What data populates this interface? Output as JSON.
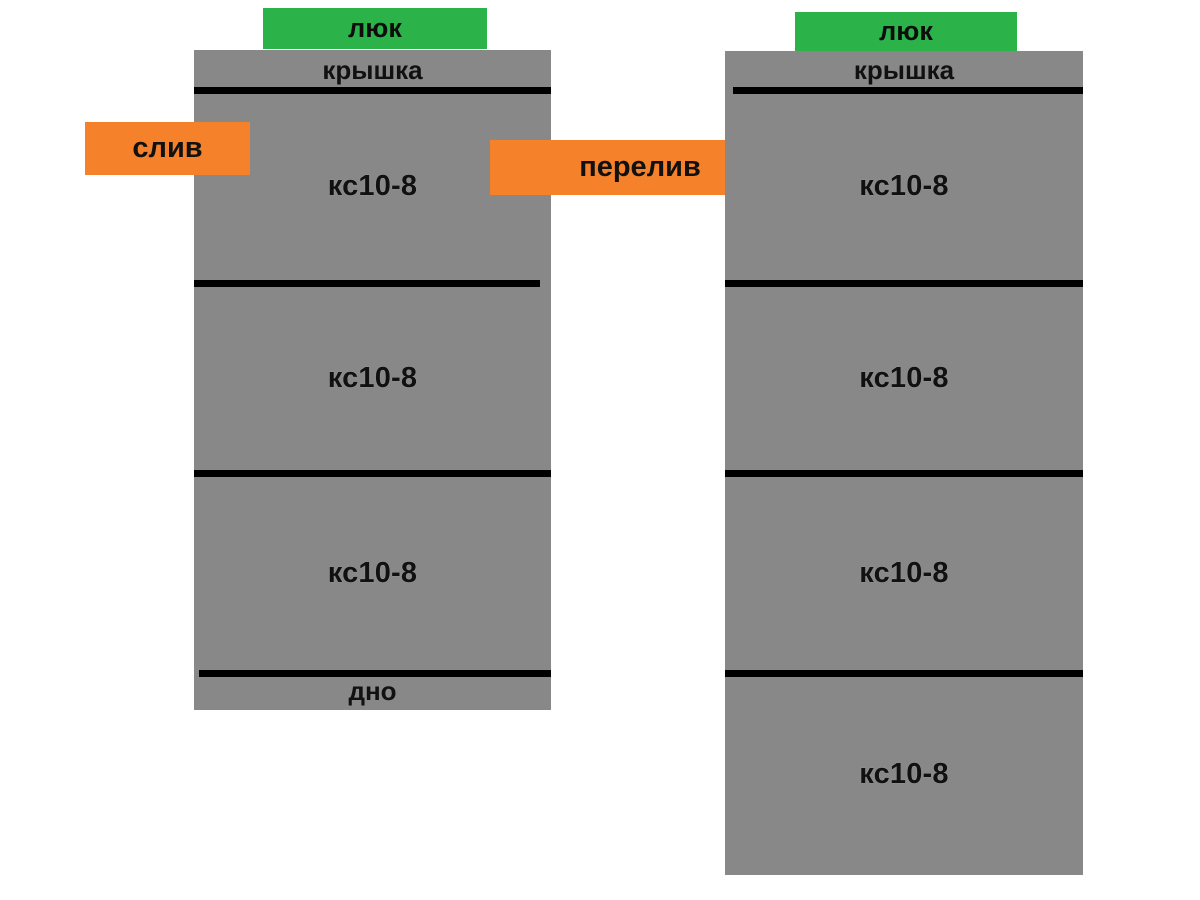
{
  "diagram": {
    "background_color": "#ffffff",
    "tank_color": "#888888",
    "divider_color": "#000000",
    "hatch_color": "#2bb34a",
    "pipe_color": "#f5822a"
  },
  "left_tank": {
    "name": "left-septic-tank",
    "hatch": {
      "label": "люк"
    },
    "lid": {
      "label": "крышка"
    },
    "rings": [
      {
        "label": "кс10-8"
      },
      {
        "label": "кс10-8"
      },
      {
        "label": "кс10-8"
      }
    ],
    "bottom": {
      "label": "дно"
    }
  },
  "right_tank": {
    "name": "right-septic-tank",
    "hatch": {
      "label": "люк"
    },
    "lid": {
      "label": "крышка"
    },
    "rings": [
      {
        "label": "кс10-8"
      },
      {
        "label": "кс10-8"
      },
      {
        "label": "кс10-8"
      },
      {
        "label": "кс10-8"
      }
    ]
  },
  "pipes": {
    "drain": {
      "label": "слив"
    },
    "overflow": {
      "label": "перелив"
    }
  }
}
